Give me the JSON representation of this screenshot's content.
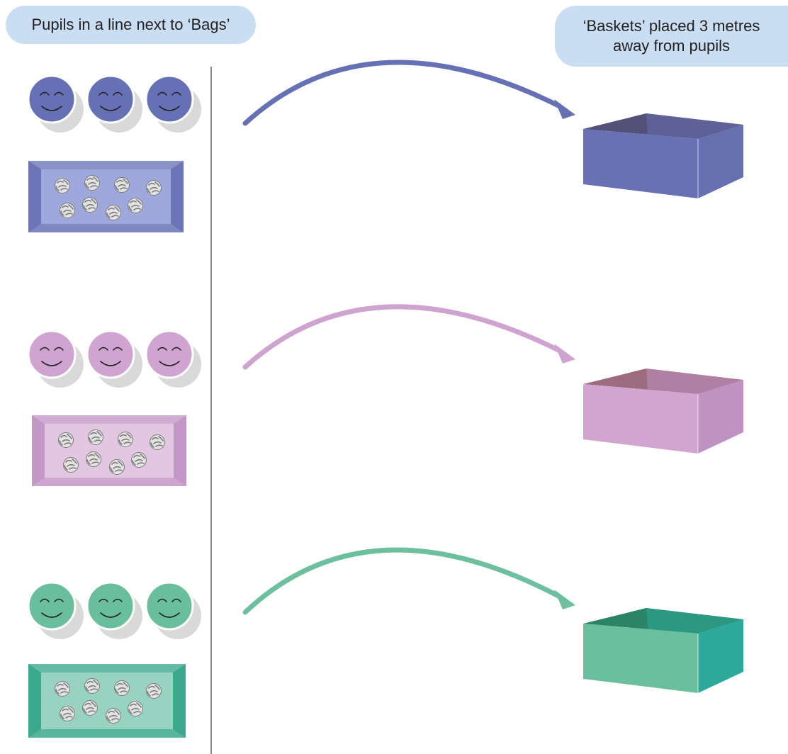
{
  "labels": {
    "left_caption": "Pupils in a line next to ‘Bags’",
    "right_caption_line1": "‘Baskets’ placed 3 metres",
    "right_caption_line2": "away from pupils"
  },
  "teams": [
    {
      "name": "blue",
      "pupils": 3,
      "balls_in_bag": 8,
      "colors": {
        "face": "#6670b5",
        "bag_frame": "#6a74b7",
        "bag_inner": "#9ea8dc",
        "arrow": "#6670b5",
        "basket_front": "#6971b5",
        "basket_side": "#6670b1",
        "basket_inside": "#545178"
      }
    },
    {
      "name": "pink",
      "pupils": 3,
      "balls_in_bag": 8,
      "colors": {
        "face": "#d0a4d0",
        "bag_frame": "#c497c7",
        "bag_inner": "#e2c6e2",
        "arrow": "#cfa3cf",
        "basket_front": "#d2a5d0",
        "basket_side": "#bf92c2",
        "basket_inside": "#9c6b7d"
      }
    },
    {
      "name": "green",
      "pupils": 3,
      "balls_in_bag": 8,
      "colors": {
        "face": "#69bf9d",
        "bag_frame": "#3aa98e",
        "bag_inner": "#98d2c0",
        "arrow": "#6cc09e",
        "basket_front": "#69bf9e",
        "basket_side": "#2ca99a",
        "basket_inside": "#2a8465"
      }
    }
  ],
  "colors": {
    "divider": "#888888",
    "face_shadow": "#d9d9d9",
    "face_outline": "#ffffff",
    "face_features": "#231f20",
    "ball": "#e3e3e3",
    "ball_pattern": "#7a7a7a"
  }
}
